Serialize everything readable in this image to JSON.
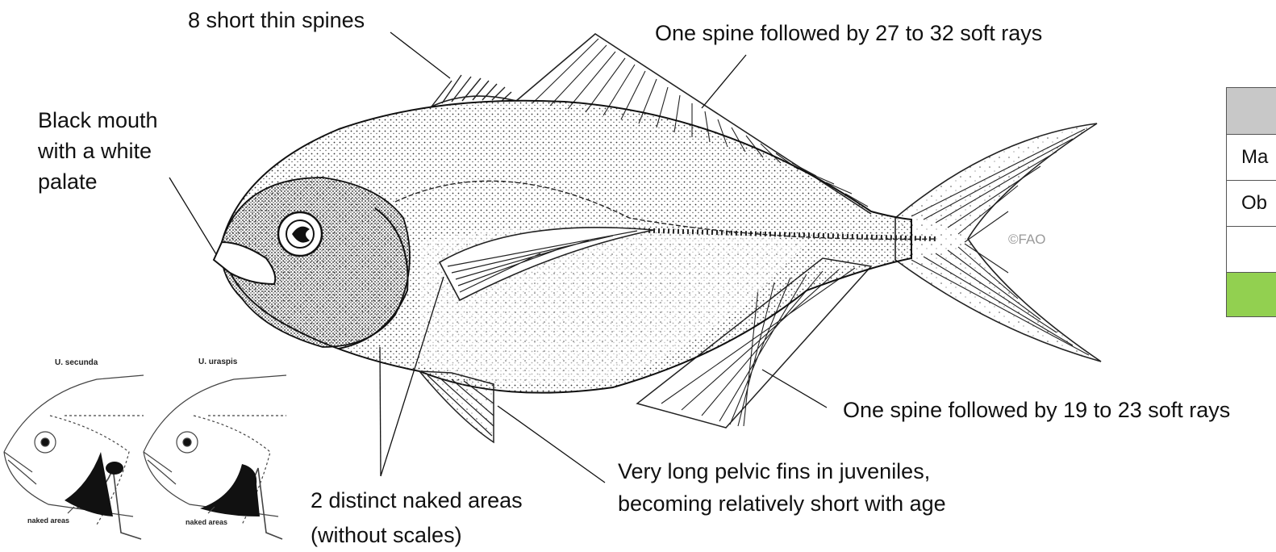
{
  "annotations": {
    "spines": "8 short thin spines",
    "dorsal": "One spine followed by 27 to 32 soft rays",
    "mouth": [
      "Black mouth",
      "with a white",
      "palate"
    ],
    "anal": "One spine followed by 19 to 23 soft rays",
    "pelvic": [
      "Very long pelvic fins in juveniles,",
      "becoming relatively short with age"
    ],
    "naked": [
      "2 distinct naked areas",
      "(without scales)"
    ]
  },
  "credit": "©FAO",
  "inset": {
    "left_title": "U. secunda",
    "right_title": "U. uraspis",
    "left_note": "naked areas",
    "right_note": "naked areas"
  },
  "table": {
    "rows": [
      "",
      "Ma",
      "Ob",
      "",
      ""
    ],
    "colors": {
      "header": "#c8c8c8",
      "highlight": "#92d050"
    }
  }
}
